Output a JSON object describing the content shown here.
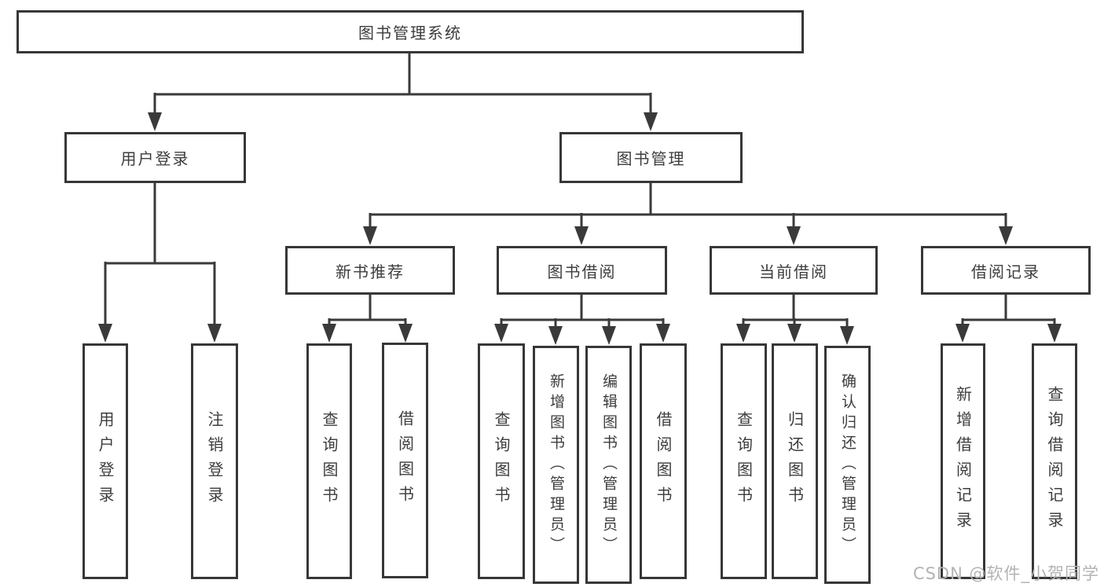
{
  "watermark": "CSDN @软件_小贺同学",
  "colors": {
    "line": "#3a3a3a",
    "box_border": "#373737",
    "text": "#3d3d3d",
    "background": "#ffffff",
    "watermark": "#b3b3b3"
  },
  "nodes": {
    "root": "图书管理系统",
    "user_login_group": "用户登录",
    "book_management": "图书管理",
    "user_login": "用户登录",
    "logout": "注销登录",
    "new_book_recommend": "新书推荐",
    "book_borrow": "图书借阅",
    "current_borrow": "当前借阅",
    "borrow_records": "借阅记录",
    "nb_query_books": "查询图书",
    "nb_borrow_books": "借阅图书",
    "bb_query_books": "查询图书",
    "bb_add_books": "新增图书（管理员）",
    "bb_edit_books": "编辑图书（管理员）",
    "bb_borrow_books": "借阅图书",
    "cb_query_books": "查询图书",
    "cb_return_books": "归还图书",
    "cb_confirm_return": "确认归还（管理员）",
    "br_add_record": "新增借阅记录",
    "br_query_record": "查询借阅记录"
  }
}
